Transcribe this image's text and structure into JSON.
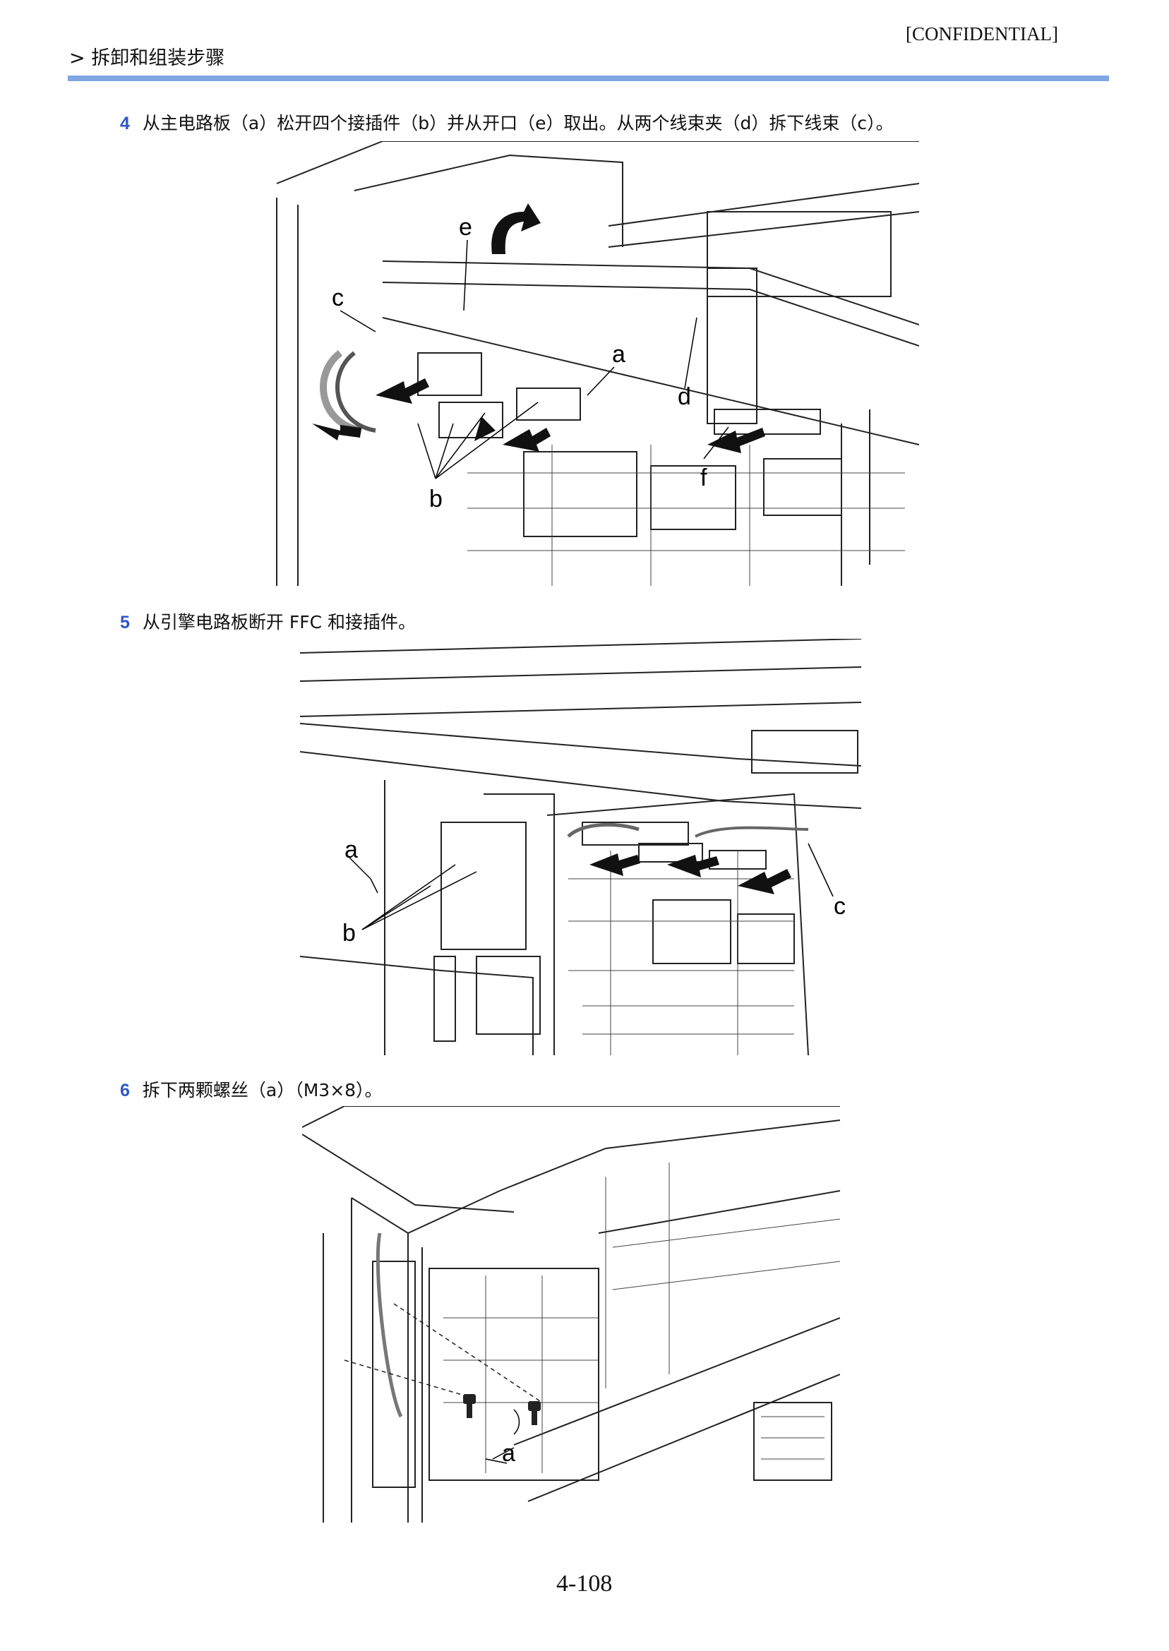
{
  "header": {
    "breadcrumb": "> 拆卸和组装步骤",
    "confidential": "[CONFIDENTIAL]"
  },
  "colors": {
    "accent_rule": "#7fa6e3",
    "step_number": "#2e57c8"
  },
  "steps": [
    {
      "number": "4",
      "text": "从主电路板（a）松开四个接插件（b）并从开口（e）取出。从两个线束夹（d）拆下线束（c）。",
      "callouts": [
        "e",
        "c",
        "a",
        "d",
        "b",
        "f"
      ]
    },
    {
      "number": "5",
      "text": "从引擎电路板断开 FFC 和接插件。",
      "callouts": [
        "a",
        "b",
        "c"
      ]
    },
    {
      "number": "6",
      "text": "拆下两颗螺丝（a）（M3×8）。",
      "callouts": [
        "a"
      ]
    }
  ],
  "footer": {
    "page_number": "4-108"
  }
}
